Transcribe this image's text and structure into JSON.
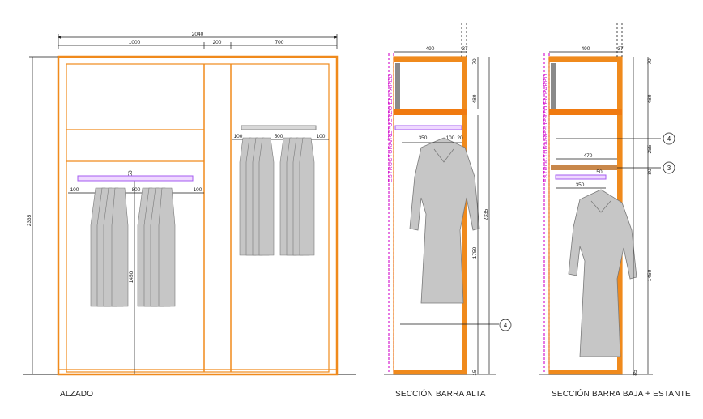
{
  "elevation": {
    "caption": "ALZADO",
    "dim_total_width": "2040",
    "dim_left_width": "1000",
    "dim_mid_width": "200",
    "dim_right_width": "700",
    "dim_total_height": "2335",
    "dim_rail_height": "1450",
    "dim_left_gap_a": "100",
    "dim_left_rail": "800",
    "dim_left_gap_b": "100",
    "dim_rail_offset": "50",
    "dim_right_gap_a": "100",
    "dim_right_rail": "500",
    "dim_right_gap_b": "100"
  },
  "section_high": {
    "caption": "SECCIÓN BARRA ALTA",
    "wall_label": "ESTRUCTURA/REFUERZO EN PARED",
    "dim_depth": "490",
    "dim_panel": "37",
    "dim_top": "70",
    "dim_upper": "480",
    "dim_total": "2335",
    "dim_lower": "1750",
    "dim_bottom": "15",
    "dim_bar_depth": "350",
    "dim_bar_gap": "100",
    "dim_bar_end": "20",
    "callout_number": "4"
  },
  "section_low": {
    "caption": "SECCIÓN BARRA BAJA + ESTANTE",
    "wall_label": "ESTRUCTURA/REFUERZO EN PARED",
    "dim_depth": "490",
    "dim_panel": "37",
    "dim_top": "70",
    "dim_upper": "480",
    "dim_mid": "255",
    "dim_shelf": "80",
    "dim_shelf_depth": "470",
    "dim_bar_offset": "50",
    "dim_bar_depth": "350",
    "dim_lower": "1450",
    "dim_bottom": "85",
    "callout_a": "4",
    "callout_b": "3"
  },
  "colors": {
    "frame": "#f08a1c",
    "shelf": "#f07a10",
    "dimension": "#1a1a1a",
    "wall_structure": "#d61fcf",
    "rail": "#8a8a8a",
    "rail_highlight": "#a45cf0",
    "garment": "#bdbdbd"
  }
}
